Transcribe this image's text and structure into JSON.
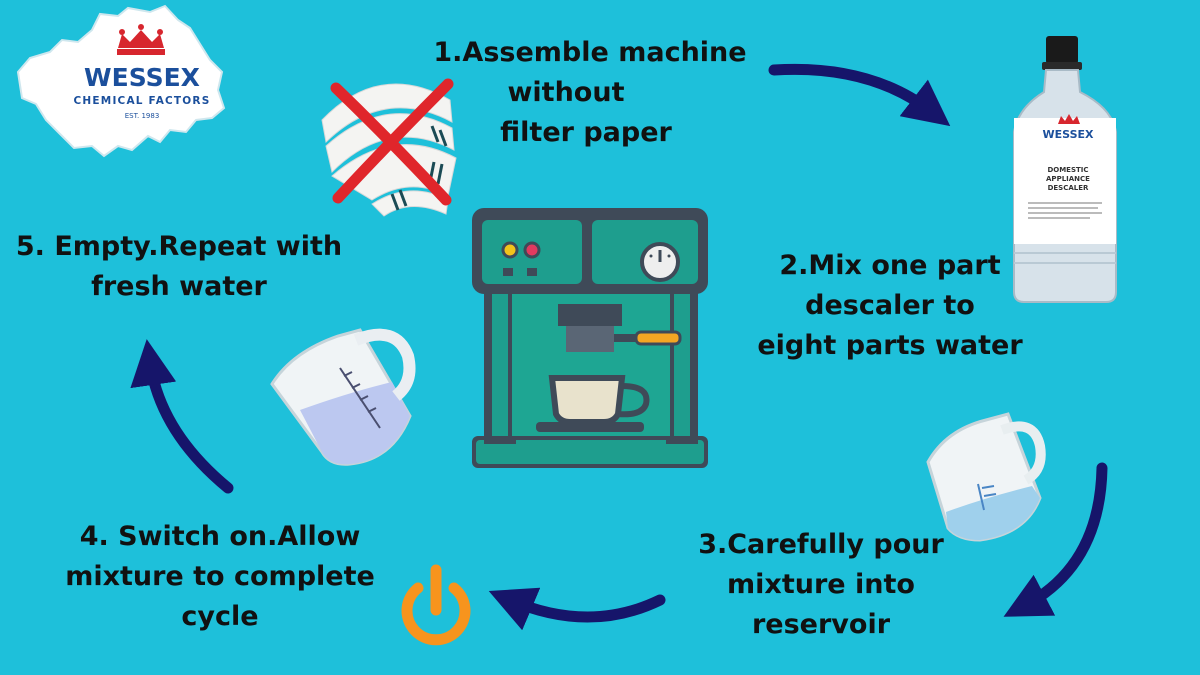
{
  "brand": {
    "name": "WESSEX",
    "subtitle": "CHEMICAL FACTORS",
    "established": "EST. 1983"
  },
  "bottle": {
    "brand": "WESSEX",
    "product_line1": "DOMESTIC",
    "product_line2": "APPLIANCE",
    "product_line3": "DESCALER"
  },
  "steps": [
    {
      "lines": [
        "1.Assemble machine",
        "without",
        "filter paper"
      ]
    },
    {
      "lines": [
        "2.Mix one part",
        "descaler to",
        "eight parts water"
      ]
    },
    {
      "lines": [
        "3.Carefully pour",
        "mixture into",
        "reservoir"
      ]
    },
    {
      "lines": [
        "4. Switch on.Allow",
        "mixture to complete",
        "cycle"
      ]
    },
    {
      "lines": [
        "5. Empty.Repeat with",
        "fresh water"
      ]
    }
  ],
  "colors": {
    "background": "#1EC0DA",
    "arrow": "#16156A",
    "machine": "#1E9E8E",
    "machine_dark": "#3F4A58",
    "cross": "#E0262B",
    "power": "#F7941D",
    "logo_blue": "#1B4F9C",
    "logo_red": "#D7262E"
  },
  "icons": [
    "filter-paper-icon",
    "cross-icon",
    "coffee-machine-icon",
    "descaler-bottle-icon",
    "measuring-jug-icon",
    "power-icon",
    "arrow-icon"
  ]
}
